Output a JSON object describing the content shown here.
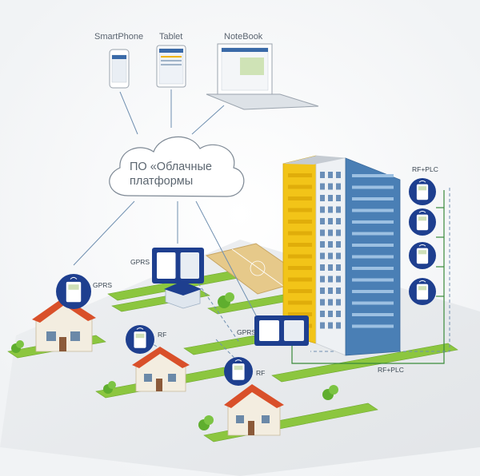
{
  "devices": {
    "smartphone": "SmartPhone",
    "tablet": "Tablet",
    "notebook": "NoteBook"
  },
  "cloud": {
    "line1": "ПО «Облачные",
    "line2": "платформы"
  },
  "tags": {
    "gprs_house": "GPRS",
    "gprs_hub": "GPRS",
    "gprs_building": "GPRS",
    "rf_house2": "RF",
    "rf_house3": "RF",
    "rfplc_top": "RF+PLC",
    "rfplc_bottom": "RF+PLC"
  },
  "colors": {
    "meter_badge": "#1e3f8f",
    "grass": "#8cc63f",
    "roof": "#d9502a",
    "building_yellow": "#f2c418",
    "building_blue": "#4a7fb5",
    "plc_line": "#3a8a3a",
    "link_line": "#6f8fb0"
  }
}
